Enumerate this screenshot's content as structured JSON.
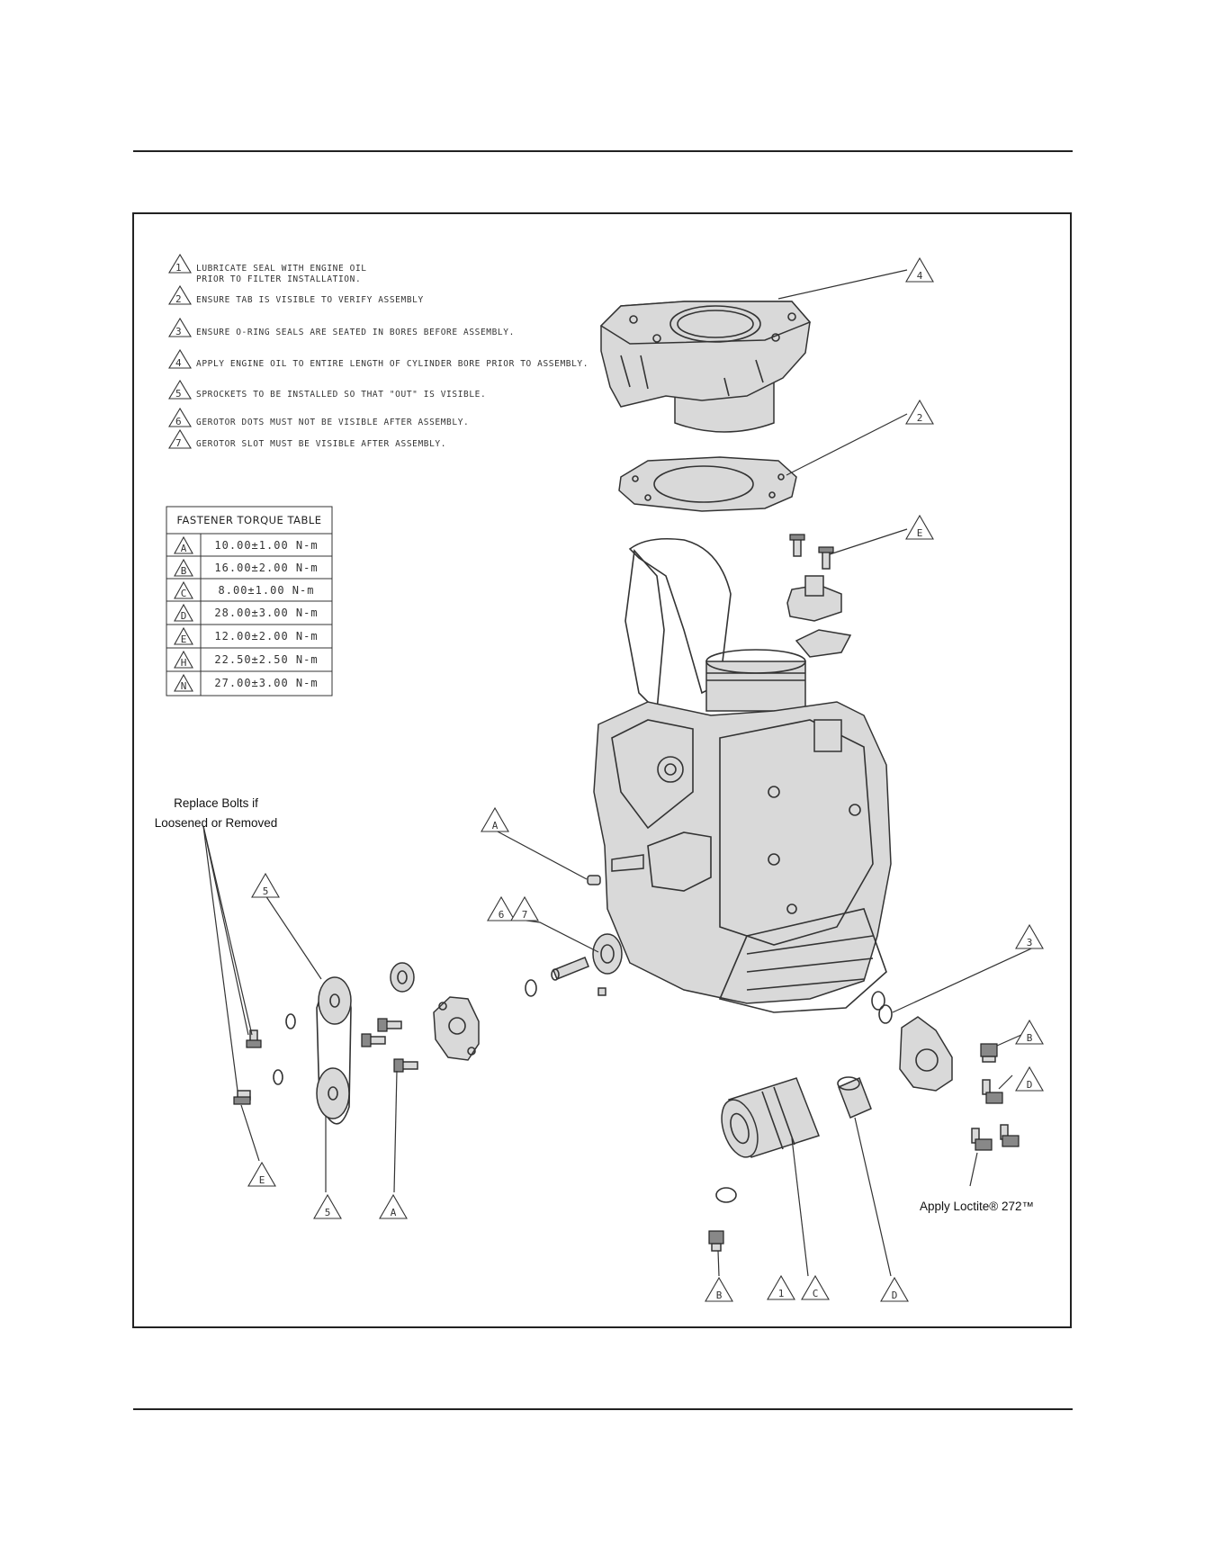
{
  "notes": [
    {
      "number": "1",
      "lines": [
        "LUBRICATE SEAL WITH ENGINE OIL",
        "PRIOR TO FILTER INSTALLATION."
      ]
    },
    {
      "number": "2",
      "lines": [
        "ENSURE TAB IS VISIBLE TO VERIFY ASSEMBLY"
      ]
    },
    {
      "number": "3",
      "lines": [
        "ENSURE O-RING SEALS ARE SEATED IN  BORES BEFORE ASSEMBLY."
      ]
    },
    {
      "number": "4",
      "lines": [
        "APPLY ENGINE OIL TO ENTIRE LENGTH OF CYLINDER BORE PRIOR TO ASSEMBLY."
      ]
    },
    {
      "number": "5",
      "lines": [
        "SPROCKETS TO BE INSTALLED SO THAT \"OUT\" IS VISIBLE."
      ]
    },
    {
      "number": "6",
      "lines": [
        "GEROTOR DOTS MUST NOT BE VISIBLE AFTER ASSEMBLY."
      ]
    },
    {
      "number": "7",
      "lines": [
        "GEROTOR SLOT MUST BE VISIBLE AFTER ASSEMBLY."
      ]
    }
  ],
  "torque_table": {
    "title": "FASTENER TORQUE TABLE",
    "rows": [
      {
        "key": "A",
        "value": "10.00±1.00 N-m"
      },
      {
        "key": "B",
        "value": "16.00±2.00 N-m"
      },
      {
        "key": "C",
        "value": "8.00±1.00 N-m"
      },
      {
        "key": "D",
        "value": "28.00±3.00 N-m"
      },
      {
        "key": "E",
        "value": "12.00±2.00 N-m"
      },
      {
        "key": "H",
        "value": "22.50±2.50 N-m"
      },
      {
        "key": "N",
        "value": "27.00±3.00 N-m"
      }
    ]
  },
  "callouts": {
    "replace_bolts_line1": "Replace Bolts if",
    "replace_bolts_line2": "Loosened or Removed",
    "loctite": "Apply Loctite® 272™"
  },
  "labels": {
    "cylinder": "4",
    "gasket": "2",
    "tensioner_bolt": "E",
    "dowel": "A",
    "gerotor_6": "6",
    "gerotor_7": "7",
    "oring": "3",
    "sprocket_top": "5",
    "sprocket_bottom": "5",
    "chain_bolt": "E",
    "pump_bolt": "A",
    "plug": "B",
    "bolt_b": "B",
    "bolt_d": "D",
    "filter_1": "1",
    "filter_c": "C",
    "adapter_d": "D"
  }
}
